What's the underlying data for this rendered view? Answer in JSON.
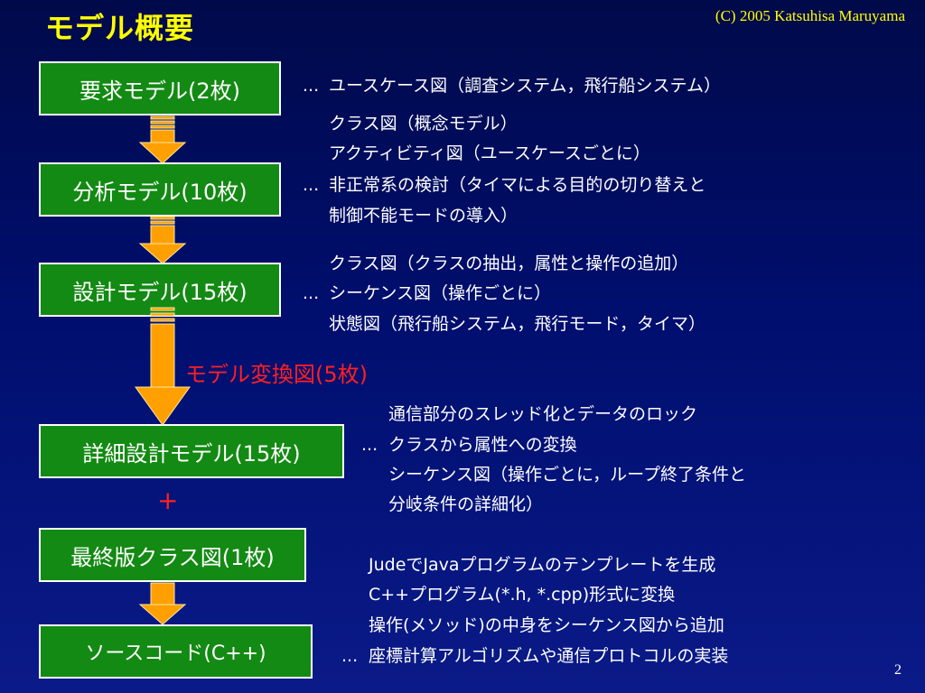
{
  "slide": {
    "title": "モデル概要",
    "copyright": "(C) 2005 Katsuhisa Maruyama",
    "page_number": "2"
  },
  "boxes": [
    {
      "label": "要求モデル(2枚)"
    },
    {
      "label": "分析モデル(10枚)"
    },
    {
      "label": "設計モデル(15枚)"
    },
    {
      "label": "詳細設計モデル(15枚)"
    },
    {
      "label": "最終版クラス図(1枚)"
    },
    {
      "label": "ソースコード(C++)"
    }
  ],
  "annotations": {
    "model_transform": "モデル変換図(5枚)",
    "plus": "+"
  },
  "descriptions": {
    "ellipsis": "...",
    "requirements": [
      "ユースケース図（調査システム，飛行船システム）"
    ],
    "analysis": [
      "クラス図（概念モデル）",
      "アクティビティ図（ユースケースごとに）",
      "非正常系の検討（タイマによる目的の切り替えと",
      "制御不能モードの導入）"
    ],
    "design": [
      "クラス図（クラスの抽出，属性と操作の追加）",
      "シーケンス図（操作ごとに）",
      "状態図（飛行船システム，飛行モード，タイマ）"
    ],
    "detailed_design": [
      "通信部分のスレッド化とデータのロック",
      "クラスから属性への変換",
      "シーケンス図（操作ごとに，ループ終了条件と",
      "分岐条件の詳細化）"
    ],
    "source": [
      "JudeでJavaプログラムのテンプレートを生成",
      "C++プログラム(*.h, *.cpp)形式に変換",
      "操作(メソッド)の中身をシーケンス図から追加",
      "座標計算アルゴリズムや通信プロトコルの実装"
    ]
  },
  "colors": {
    "background": "#000e6e",
    "title": "#ffff00",
    "box_fill": "#138a13",
    "arrow": "#ffa000",
    "annotation": "#ff2020"
  }
}
